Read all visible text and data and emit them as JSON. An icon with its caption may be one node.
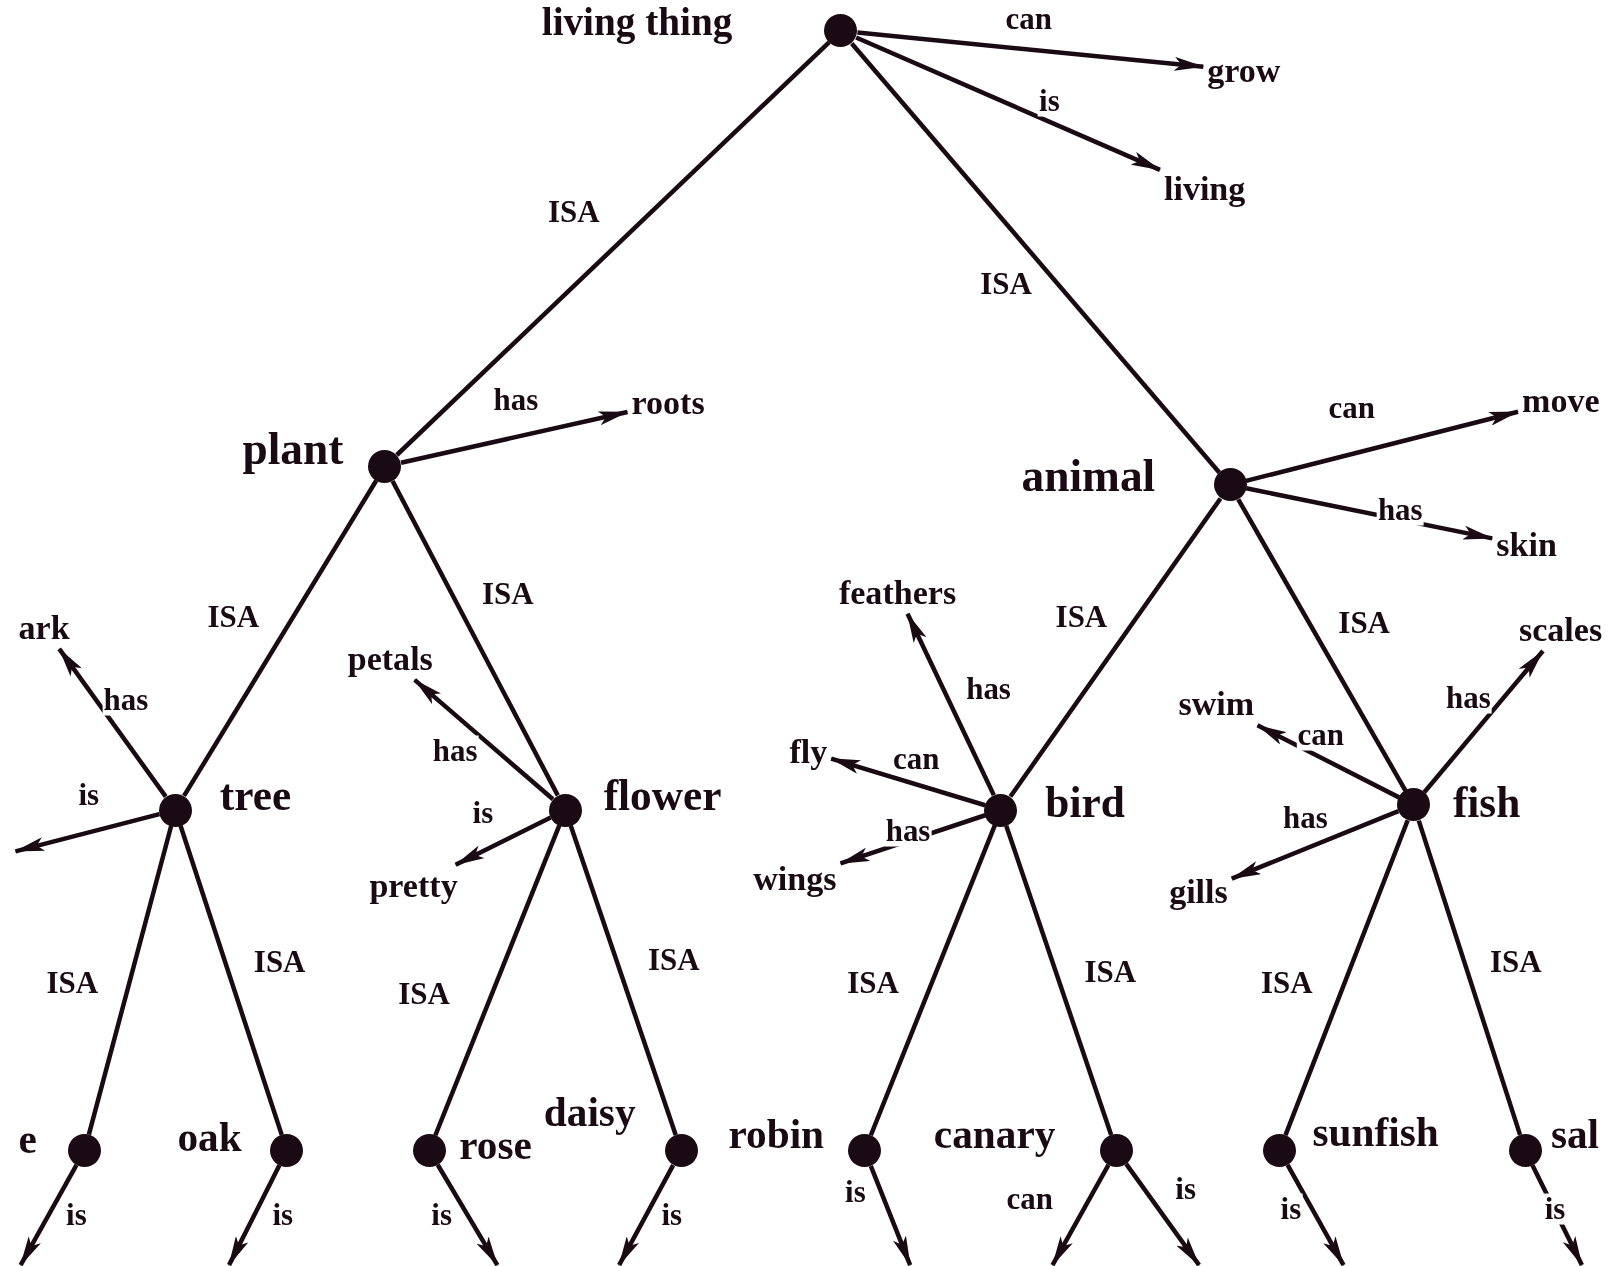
{
  "diagram": {
    "nodes": [
      {
        "text": [],
        "shape": "circle",
        "beside": [
          "living thing"
        ]
      },
      {
        "text": [
          "grow"
        ]
      },
      {
        "text": [
          "living"
        ]
      },
      {
        "text": [],
        "shape": "circle",
        "beside": [
          "plant"
        ]
      },
      {
        "text": [
          "roots"
        ]
      },
      {
        "text": [],
        "shape": "circle",
        "beside": [
          "animal"
        ]
      },
      {
        "text": [
          "move"
        ]
      },
      {
        "text": [
          "skin"
        ]
      },
      {
        "text": [],
        "shape": "circle",
        "beside": [
          "tree"
        ]
      },
      {
        "text": [
          "ark"
        ]
      },
      {
        "text": [],
        "shape": "circle",
        "beside": [
          "flower"
        ]
      },
      {
        "text": [
          "petals"
        ]
      },
      {
        "text": [
          "pretty"
        ]
      },
      {
        "text": [],
        "shape": "circle",
        "beside": [
          "bird"
        ]
      },
      {
        "text": [
          "feathers"
        ]
      },
      {
        "text": [
          "fly"
        ]
      },
      {
        "text": [
          "wings"
        ]
      },
      {
        "text": [],
        "shape": "circle",
        "beside": [
          "fish"
        ]
      },
      {
        "text": [
          "scales"
        ]
      },
      {
        "text": [
          "swim"
        ]
      },
      {
        "text": [
          "gills"
        ]
      },
      {
        "text": [],
        "shape": "circle",
        "beside": [
          "e"
        ]
      },
      {
        "text": [],
        "shape": "circle",
        "beside": [
          "oak"
        ]
      },
      {
        "text": [],
        "shape": "circle",
        "beside": [
          "rose"
        ]
      },
      {
        "text": [],
        "shape": "circle",
        "beside": [
          "daisy"
        ]
      },
      {
        "text": [],
        "shape": "circle",
        "beside": [
          "robin"
        ]
      },
      {
        "text": [],
        "shape": "circle",
        "beside": [
          "canary"
        ]
      },
      {
        "text": [],
        "shape": "circle",
        "beside": [
          "sunfish"
        ]
      },
      {
        "text": [],
        "shape": "circle",
        "beside": [
          "sal"
        ]
      }
    ],
    "edges": [
      {
        "from": 0,
        "to": 3,
        "arrow": "none",
        "label": "ISA"
      },
      {
        "from": 0,
        "to": 5,
        "arrow": "none",
        "label": "ISA"
      },
      {
        "from": 0,
        "to": 1,
        "arrow": "to",
        "label": "can"
      },
      {
        "from": 0,
        "to": 2,
        "arrow": "to",
        "label": "is"
      },
      {
        "from": 3,
        "to": 4,
        "arrow": "to",
        "label": "has"
      },
      {
        "from": 3,
        "to": 8,
        "arrow": "none",
        "label": "ISA"
      },
      {
        "from": 3,
        "to": 10,
        "arrow": "none",
        "label": "ISA"
      },
      {
        "from": 5,
        "to": 6,
        "arrow": "to",
        "label": "can"
      },
      {
        "from": 5,
        "to": 7,
        "arrow": "to",
        "label": "has"
      },
      {
        "from": 5,
        "to": 13,
        "arrow": "none",
        "label": "ISA"
      },
      {
        "from": 5,
        "to": 17,
        "arrow": "none",
        "label": "ISA"
      },
      {
        "from": 8,
        "to": 9,
        "arrow": "to",
        "label": "has"
      },
      {
        "from": 8,
        "to": null,
        "arrow": "to",
        "label": "is"
      },
      {
        "from": 8,
        "to": 21,
        "arrow": "none",
        "label": "ISA"
      },
      {
        "from": 8,
        "to": 22,
        "arrow": "none",
        "label": "ISA"
      },
      {
        "from": 10,
        "to": 11,
        "arrow": "to",
        "label": "has"
      },
      {
        "from": 10,
        "to": 12,
        "arrow": "to",
        "label": "is"
      },
      {
        "from": 10,
        "to": 23,
        "arrow": "none",
        "label": "ISA"
      },
      {
        "from": 10,
        "to": 24,
        "arrow": "none",
        "label": "ISA"
      },
      {
        "from": 13,
        "to": 14,
        "arrow": "to",
        "label": "has"
      },
      {
        "from": 13,
        "to": 15,
        "arrow": "to",
        "label": "can"
      },
      {
        "from": 13,
        "to": 16,
        "arrow": "to",
        "label": "has"
      },
      {
        "from": 13,
        "to": 25,
        "arrow": "none",
        "label": "ISA"
      },
      {
        "from": 13,
        "to": 26,
        "arrow": "none",
        "label": "ISA"
      },
      {
        "from": 17,
        "to": 18,
        "arrow": "to",
        "label": "has"
      },
      {
        "from": 17,
        "to": 19,
        "arrow": "to",
        "label": "can"
      },
      {
        "from": 17,
        "to": 20,
        "arrow": "to",
        "label": "has"
      },
      {
        "from": 17,
        "to": 27,
        "arrow": "none",
        "label": "ISA"
      },
      {
        "from": 17,
        "to": 28,
        "arrow": "none",
        "label": "ISA"
      },
      {
        "from": 21,
        "to": null,
        "arrow": "to",
        "label": "is"
      },
      {
        "from": 22,
        "to": null,
        "arrow": "to",
        "label": "is"
      },
      {
        "from": 23,
        "to": null,
        "arrow": "to",
        "label": "is"
      },
      {
        "from": 24,
        "to": null,
        "arrow": "to",
        "label": "is"
      },
      {
        "from": 25,
        "to": null,
        "arrow": "to",
        "label": "is"
      },
      {
        "from": 26,
        "to": null,
        "arrow": "to",
        "label": "can"
      },
      {
        "from": 26,
        "to": null,
        "arrow": "to",
        "label": "is"
      },
      {
        "from": 27,
        "to": null,
        "arrow": "to",
        "label": "is"
      },
      {
        "from": 28,
        "to": null,
        "arrow": "to",
        "label": "is"
      }
    ]
  }
}
